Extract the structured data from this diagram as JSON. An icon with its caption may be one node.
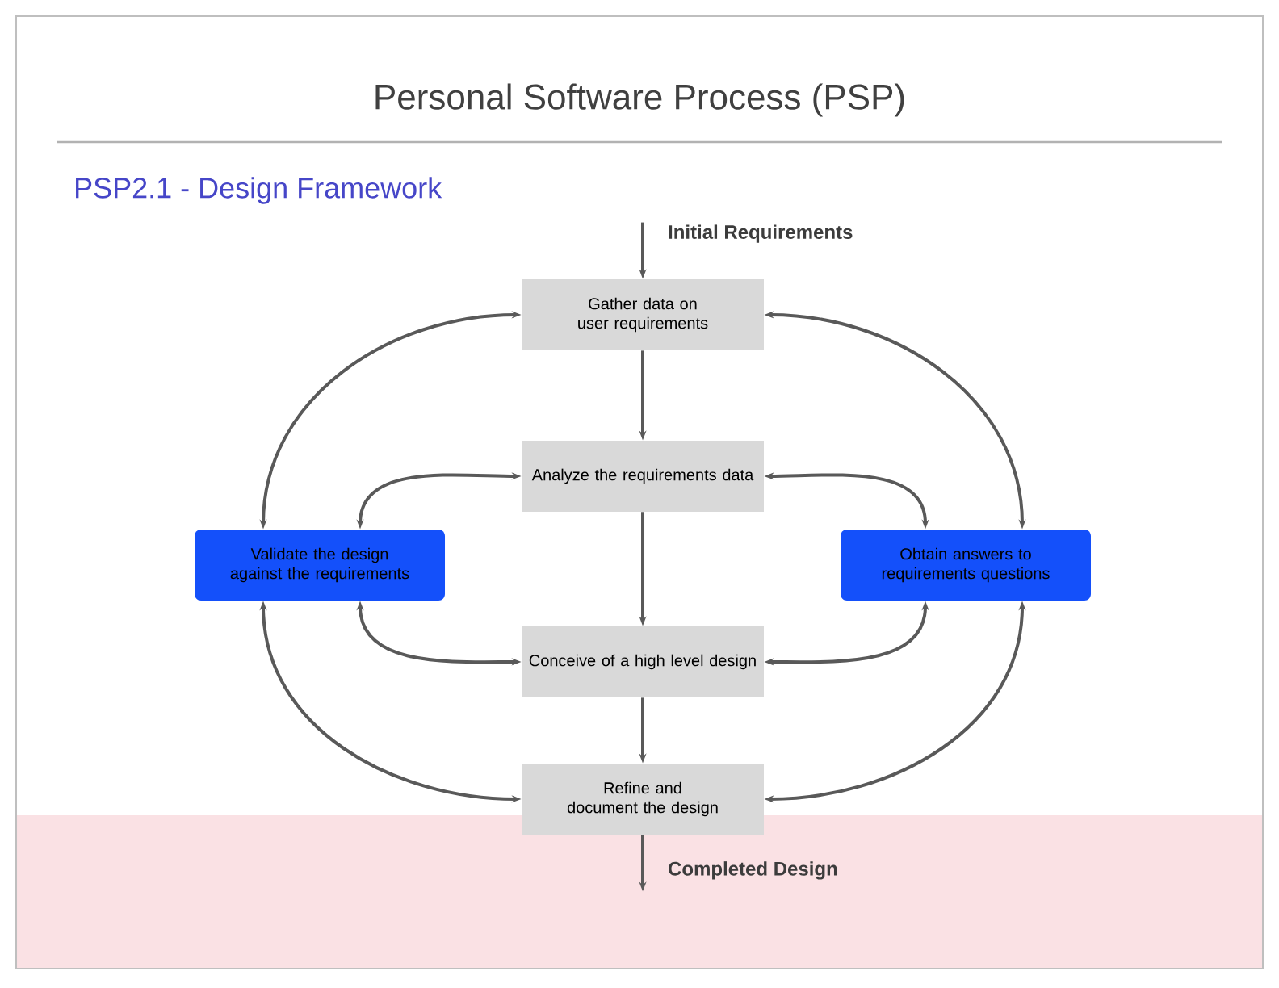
{
  "diagram": {
    "title": "Personal Software Process (PSP)",
    "nodes": [
      {
        "text": [
          "Gather data on user requirements"
        ]
      },
      {
        "text": [
          "Analyze the requirements data"
        ]
      },
      {
        "text": [
          "Conceive of a high level design"
        ]
      },
      {
        "text": [
          "Refine and document the design"
        ]
      },
      {
        "text": [
          "Validate the design against the requirements"
        ]
      },
      {
        "text": [
          "Obtain answers to requirements questions"
        ]
      }
    ],
    "edges": [
      {
        "from": null,
        "to": 0,
        "arrow": "to",
        "label": "Initial Requirements"
      },
      {
        "from": 0,
        "to": 1,
        "arrow": "to"
      },
      {
        "from": 1,
        "to": 2,
        "arrow": "to"
      },
      {
        "from": 2,
        "to": 3,
        "arrow": "to"
      },
      {
        "from": 3,
        "to": null,
        "arrow": "to",
        "label": "Completed Design"
      },
      {
        "from": 0,
        "to": 4,
        "arrow": "both"
      },
      {
        "from": 1,
        "to": 4,
        "arrow": "both"
      },
      {
        "from": 2,
        "to": 4,
        "arrow": "both"
      },
      {
        "from": 3,
        "to": 4,
        "arrow": "both"
      },
      {
        "from": 0,
        "to": 5,
        "arrow": "both"
      },
      {
        "from": 1,
        "to": 5,
        "arrow": "both"
      },
      {
        "from": 2,
        "to": 5,
        "arrow": "both"
      },
      {
        "from": 3,
        "to": 5,
        "arrow": "both"
      }
    ],
    "labels": [
      "PSP2.1 - Design Framework"
    ]
  }
}
